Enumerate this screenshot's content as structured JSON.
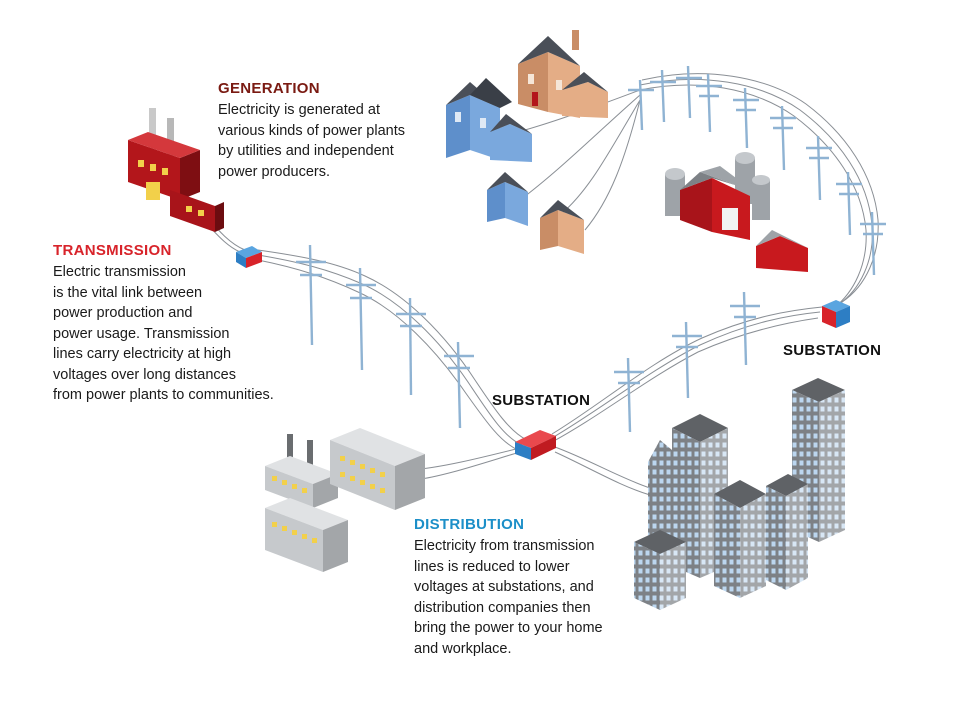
{
  "sections": {
    "generation": {
      "title": "GENERATION",
      "text": "Electricity is generated at\nvarious kinds of power plants\nby utilities and independent\npower producers."
    },
    "transmission": {
      "title": "TRANSMISSION",
      "text": "Electric transmission\nis the vital link between\npower production and\npower usage. Transmission\nlines carry electricity at high\nvoltages over long distances\nfrom power plants to communities."
    },
    "distribution": {
      "title": "DISTRIBUTION",
      "text": "Electricity from transmission\nlines is reduced to lower\nvoltages at substations, and\ndistribution companies then\nbring the power to your home\nand workplace."
    }
  },
  "substations": {
    "right": "SUBSTATION",
    "center": "SUBSTATION"
  },
  "colors": {
    "generation_heading": "#7a1a12",
    "transmission_heading": "#d8232a",
    "distribution_heading": "#1c8fc8",
    "plant_red": "#b3161b",
    "house_blue": "#6f9fd6",
    "house_tan": "#d9a17a",
    "barn_red": "#c8191e",
    "building_gray": "#8a8d90",
    "substation_blue": "#2d7ec4",
    "substation_red": "#d8232a",
    "tower_blue": "#8fb3d3"
  },
  "icons": [
    "power-plant-icon",
    "transmission-tower-icon",
    "substation-icon",
    "house-icon",
    "barn-icon",
    "silo-icon",
    "factory-icon",
    "skyscraper-icon"
  ]
}
